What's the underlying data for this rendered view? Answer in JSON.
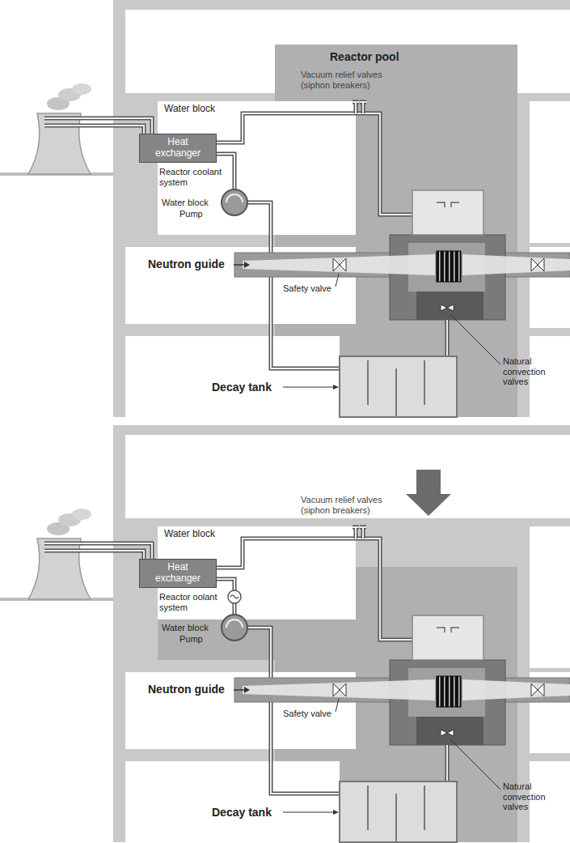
{
  "diagram": {
    "nodes": [
      {
        "text": [
          "Heat exchanger"
        ]
      },
      {
        "text": [
          "Heat exchanger"
        ]
      }
    ],
    "labels": [
      "Water block",
      "Reactor pool",
      "Vacuum relief valves (siphon breakers)",
      "Reactor coolant system",
      "Water block",
      "Pump",
      "Neutron guide",
      "Safety valve",
      "Decay tank",
      "Natural convection valves",
      "Water block",
      "Vacuum relief valves (siphon breakers)",
      "Reactor oolant system",
      "Water block",
      "Pump",
      "Neutron guide",
      "Safety valve",
      "Decay tank",
      "Natural convection valves"
    ]
  }
}
